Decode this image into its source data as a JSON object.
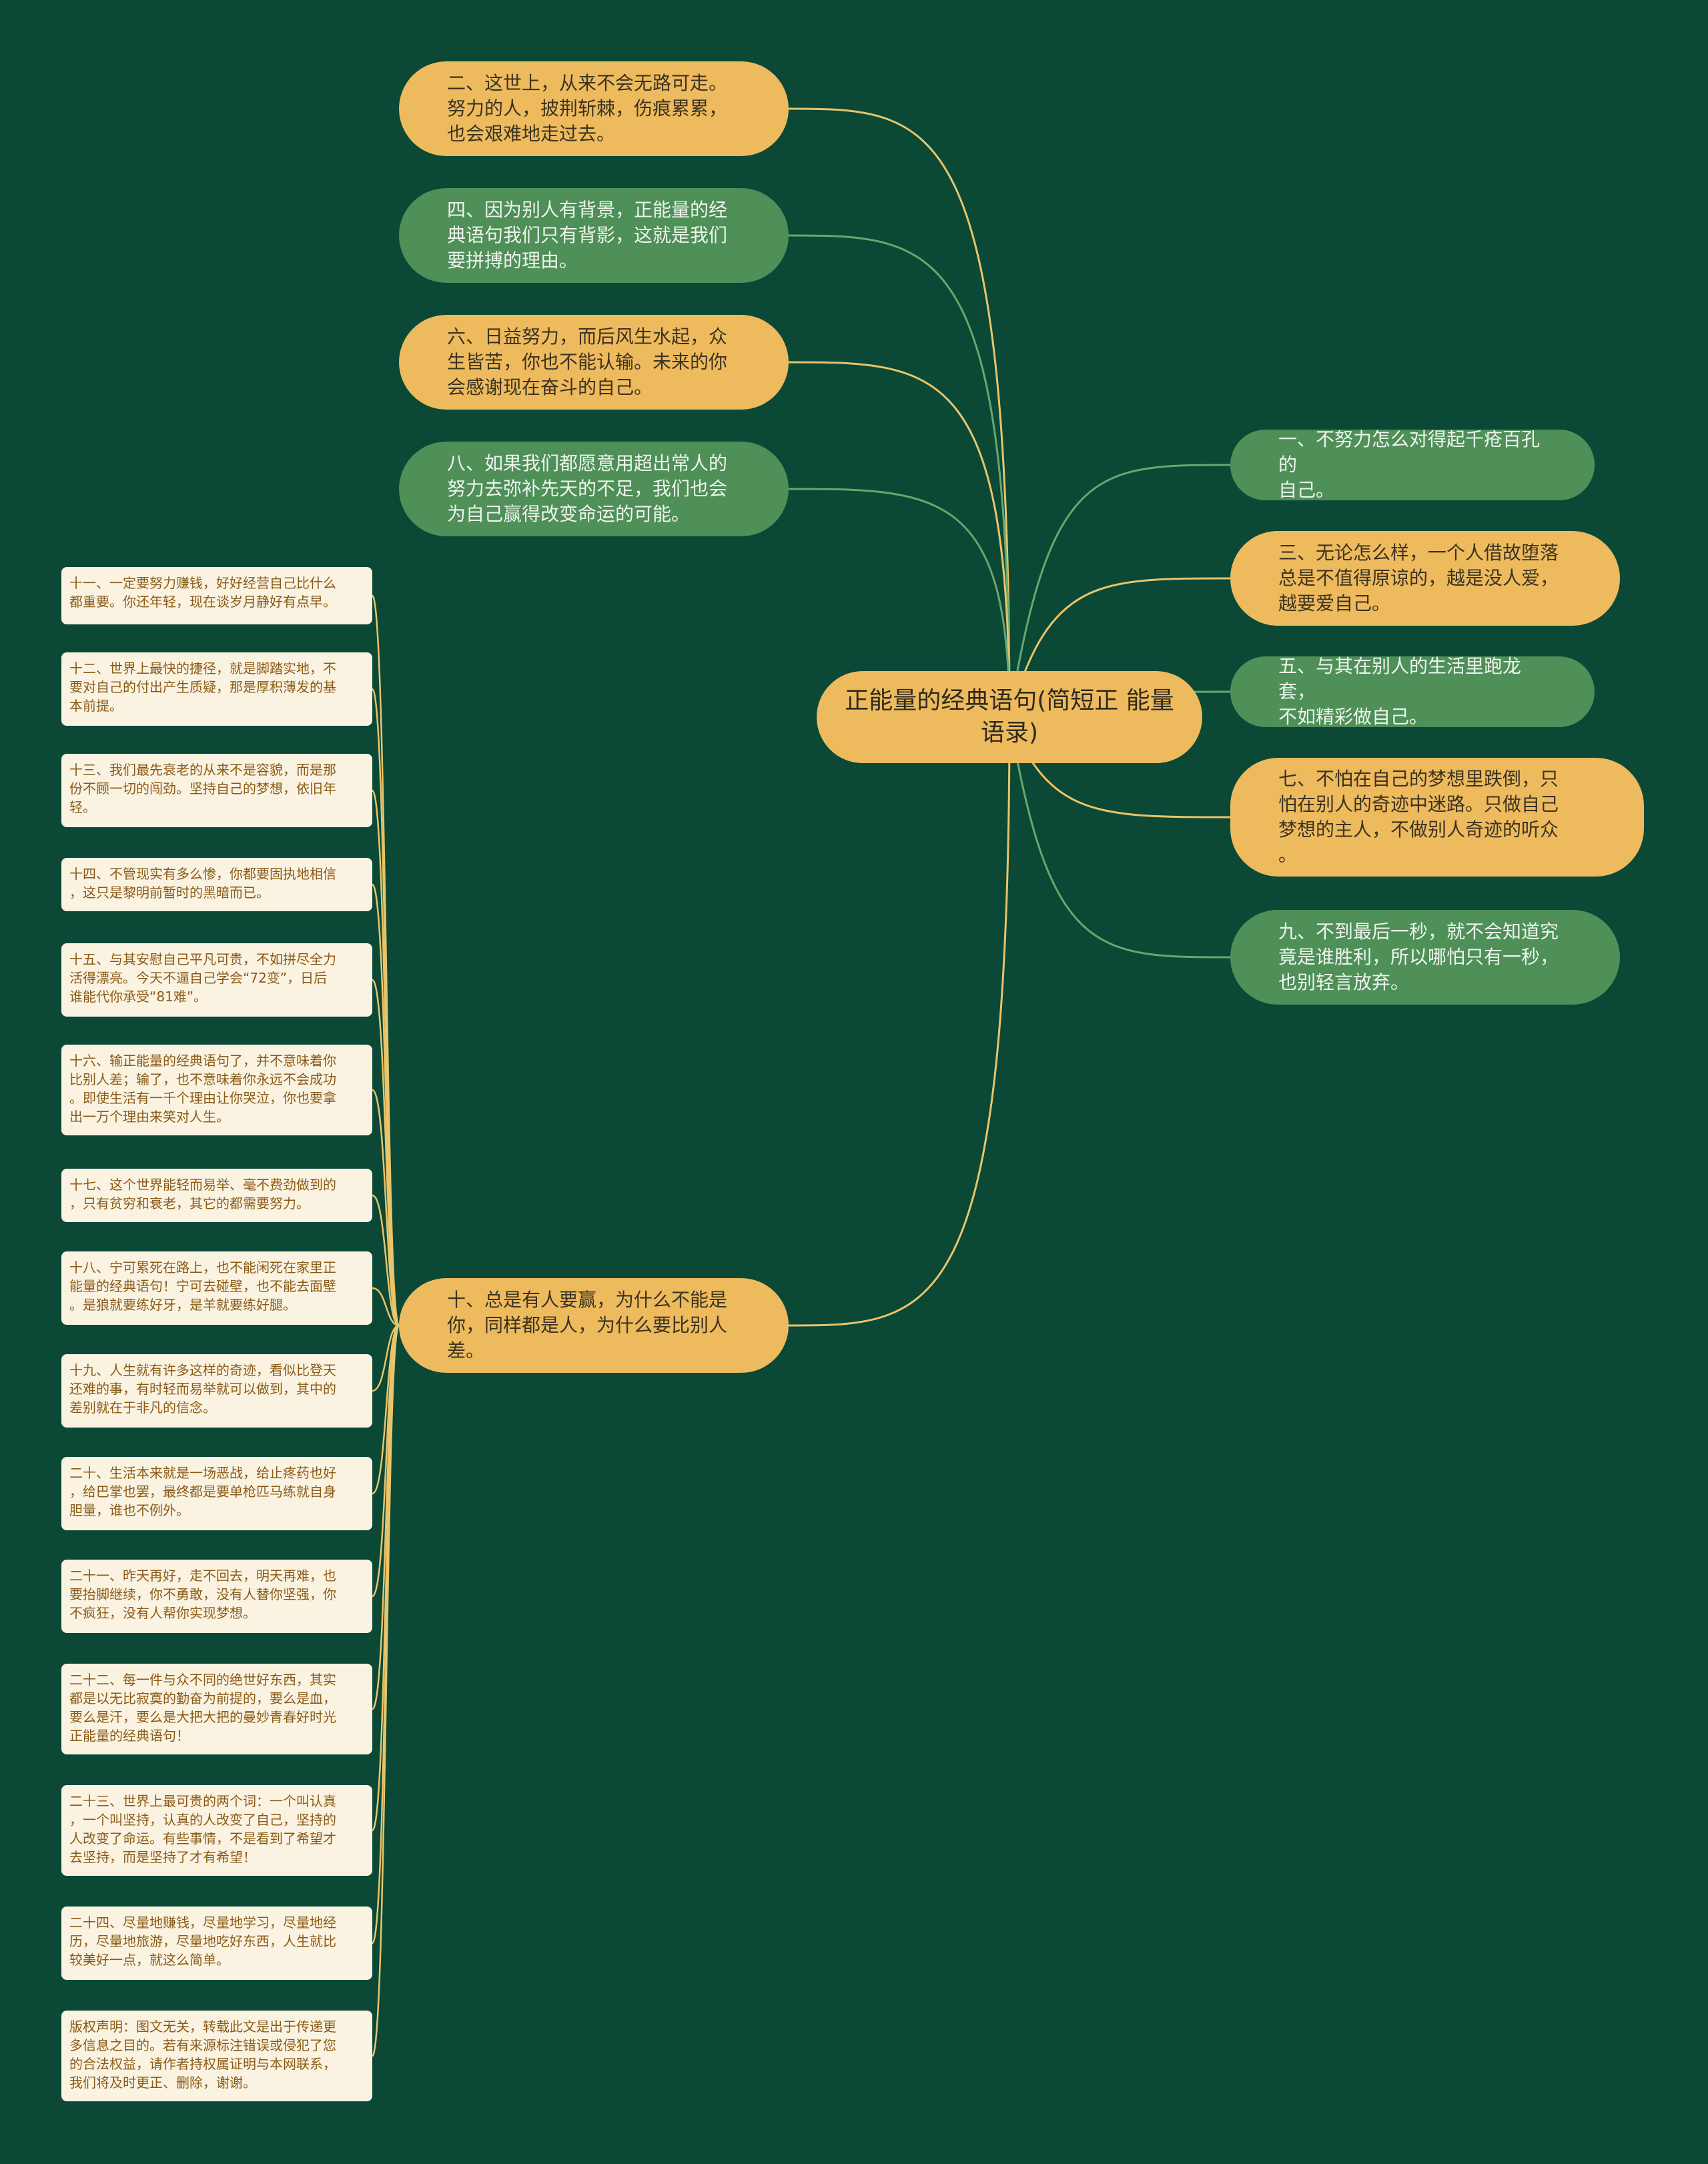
{
  "diagram": {
    "colors": {
      "background": "#0b4836",
      "gold": "#eeba5e",
      "green": "#4f8f58",
      "card": "#fbf3e2",
      "card_text": "#8a5a16",
      "edge_gold": "#e9c46a",
      "edge_green": "#6aa66e"
    },
    "root": {
      "label": "正能量的经典语句(简短正\n能量语录)"
    },
    "left_nodes": [
      {
        "label": "二、这世上，从来不会无路可走。\n努力的人，披荆斩棘，伤痕累累，\n也会艰难地走过去。",
        "color": "gold"
      },
      {
        "label": "四、因为别人有背景，正能量的经\n典语句我们只有背影，这就是我们\n要拼搏的理由。",
        "color": "green"
      },
      {
        "label": "六、日益努力，而后风生水起，众\n生皆苦，你也不能认输。未来的你\n会感谢现在奋斗的自己。",
        "color": "gold"
      },
      {
        "label": "八、如果我们都愿意用超出常人的\n努力去弥补先天的不足，我们也会\n为自己赢得改变命运的可能。",
        "color": "green"
      },
      {
        "label": "十、总是有人要赢，为什么不能是\n你，同样都是人，为什么要比别人\n差。",
        "color": "gold"
      }
    ],
    "right_nodes": [
      {
        "label": "一、不努力怎么对得起千疮百孔的\n自己。",
        "color": "green"
      },
      {
        "label": "三、无论怎么样，一个人借故堕落\n总是不值得原谅的，越是没人爱，\n越要爱自己。",
        "color": "gold"
      },
      {
        "label": "五、与其在别人的生活里跑龙套，\n不如精彩做自己。",
        "color": "green"
      },
      {
        "label": "七、不怕在自己的梦想里跌倒，只\n怕在别人的奇迹中迷路。只做自己\n梦想的主人，不做别人奇迹的听众\n。",
        "color": "gold"
      },
      {
        "label": "九、不到最后一秒，就不会知道究\n竟是谁胜利，所以哪怕只有一秒，\n也别轻言放弃。",
        "color": "green"
      }
    ],
    "sub_cards": [
      "十一、一定要努力赚钱，好好经营自己比什么\n都重要。你还年轻，现在谈岁月静好有点早。",
      "十二、世界上最快的捷径，就是脚踏实地，不\n要对自己的付出产生质疑，那是厚积薄发的基\n本前提。",
      "十三、我们最先衰老的从来不是容貌，而是那\n份不顾一切的闯劲。坚持自己的梦想，依旧年\n轻。",
      "十四、不管现实有多么惨，你都要固执地相信\n，这只是黎明前暂时的黑暗而已。",
      "十五、与其安慰自己平凡可贵，不如拼尽全力\n活得漂亮。今天不逼自己学会“72变”，日后\n谁能代你承受“81难”。",
      "十六、输正能量的经典语句了，并不意味着你\n比别人差；输了，也不意味着你永远不会成功\n。即使生活有一千个理由让你哭泣，你也要拿\n出一万个理由来笑对人生。",
      "十七、这个世界能轻而易举、毫不费劲做到的\n，只有贫穷和衰老，其它的都需要努力。",
      "十八、宁可累死在路上，也不能闲死在家里正\n能量的经典语句！宁可去碰壁，也不能去面壁\n。是狼就要练好牙，是羊就要练好腿。",
      "十九、人生就有许多这样的奇迹，看似比登天\n还难的事，有时轻而易举就可以做到，其中的\n差别就在于非凡的信念。",
      "二十、生活本来就是一场恶战，给止疼药也好\n，给巴掌也罢，最终都是要单枪匹马练就自身\n胆量，谁也不例外。",
      "二十一、昨天再好，走不回去，明天再难，也\n要抬脚继续，你不勇敢，没有人替你坚强，你\n不疯狂，没有人帮你实现梦想。",
      "二十二、每一件与众不同的绝世好东西，其实\n都是以无比寂寞的勤奋为前提的，要么是血，\n要么是汗，要么是大把大把的曼妙青春好时光\n正能量的经典语句！",
      "二十三、世界上最可贵的两个词：一个叫认真\n，一个叫坚持，认真的人改变了自己，坚持的\n人改变了命运。有些事情，不是看到了希望才\n去坚持，而是坚持了才有希望！",
      "二十四、尽量地赚钱，尽量地学习，尽量地经\n历，尽量地旅游，尽量地吃好东西，人生就比\n较美好一点，就这么简单。",
      "版权声明：图文无关，转载此文是出于传递更\n多信息之目的。若有来源标注错误或侵犯了您\n的合法权益，请作者持权属证明与本网联系，\n我们将及时更正、删除，谢谢。"
    ]
  }
}
